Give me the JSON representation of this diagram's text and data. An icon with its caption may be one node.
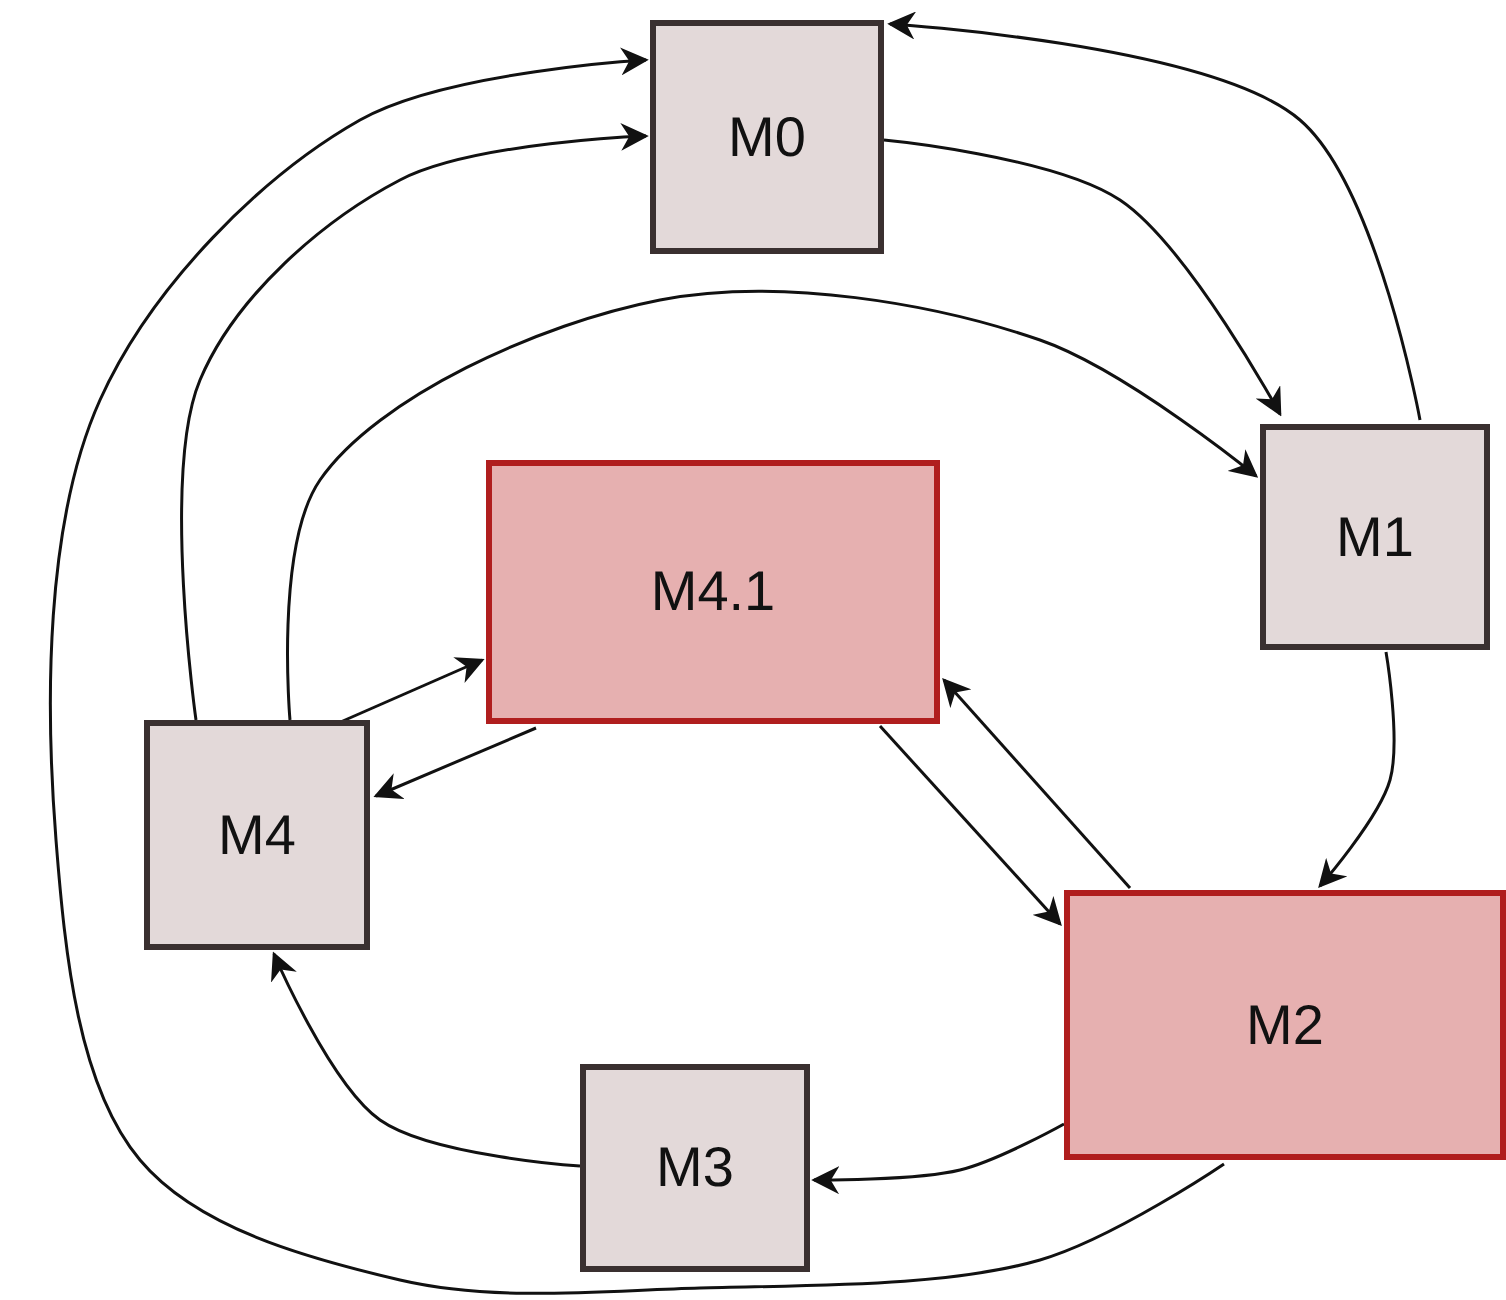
{
  "diagram": {
    "nodes": [
      {
        "text": [
          "M0"
        ]
      },
      {
        "text": [
          "M1"
        ]
      },
      {
        "text": [
          "M4.1"
        ]
      },
      {
        "text": [
          "M4"
        ]
      },
      {
        "text": [
          "M2"
        ]
      },
      {
        "text": [
          "M3"
        ]
      }
    ],
    "edges": [
      {
        "from": 0,
        "to": 1,
        "arrow": "to"
      },
      {
        "from": 1,
        "to": 0,
        "arrow": "to"
      },
      {
        "from": 1,
        "to": 4,
        "arrow": "to"
      },
      {
        "from": 4,
        "to": 2,
        "arrow": "to"
      },
      {
        "from": 2,
        "to": 4,
        "arrow": "to"
      },
      {
        "from": 4,
        "to": 5,
        "arrow": "to"
      },
      {
        "from": 5,
        "to": 3,
        "arrow": "to"
      },
      {
        "from": 3,
        "to": 2,
        "arrow": "to"
      },
      {
        "from": 2,
        "to": 3,
        "arrow": "to"
      },
      {
        "from": 3,
        "to": 0,
        "arrow": "to"
      },
      {
        "from": 3,
        "to": 1,
        "arrow": "to"
      },
      {
        "from": 4,
        "to": 0,
        "arrow": "to"
      }
    ]
  }
}
